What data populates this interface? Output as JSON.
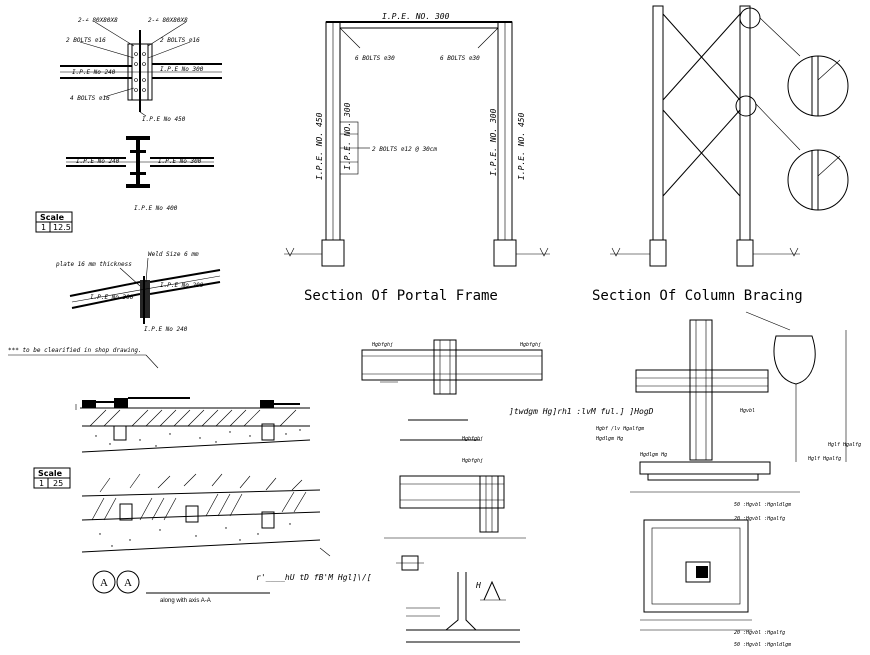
{
  "labels": {
    "angle_left": "2-∠ 80X80X8",
    "angle_right": "2-∠ 80X80X8",
    "bolts_16_left": "2 BOLTS ⌀16",
    "bolts_16_right": "2 BOLTS ⌀16",
    "ipe240_left": "I.P.E No 240",
    "ipe300_right": "I.P.E No 300",
    "bolts4": "4 BOLTS ⌀16",
    "ipe450_a": "I.P.E No 450",
    "ipe240_b": "I.P.E No 240",
    "ipe300_b": "I.P.E No 300",
    "ipe400": "I.P.E No 400",
    "scale_title": "Scale",
    "scale_1": "1",
    "scale_val1": "12.5",
    "weld": "Weld Size 6 mm",
    "plate": "plate 16 mm thickness",
    "ipe300_c": "I.P.E No 300",
    "ipe200_c": "I.P.E No 200",
    "ipe240_c": "I.P.E No 240",
    "shop_note": "*** to be clearified in shop drawing.",
    "scale_title2": "Scale",
    "scale_2": "1",
    "scale_val2": "25",
    "circle_a1": "A",
    "circle_a2": "A",
    "axis_note": "along with axis A-A",
    "mirror_caption": "r'____hU tD fB'M Hgl]\\/[",
    "frame_top": "I.P.E. NO. 300",
    "frame_bolts_l": "6 BOLTS ⌀30",
    "frame_bolts_r": "6 BOLTS ⌀30",
    "frame_col_l": "I.P.E. NO. 450",
    "frame_col_l2": "I.P.E. NO. 300",
    "frame_col_r": "I.P.E. NO. 450",
    "frame_col_r2": "I.P.E. NO. 300",
    "frame_bolts_mid": "2 BOLTS ⌀12 @ 30cm",
    "frame_title": "Section Of Portal Frame",
    "bracing_title": "Section Of Column Bracing",
    "mirror_center": "]twdgm Hg]rh1 :lvM ful.] ]HogD",
    "mirror_small1": "Hgbfghj",
    "mirror_small2": "Hgbf /lv Hgalfgm",
    "mirror_small3": "Hgdlgm Hg",
    "mirror_small4": "Hglf Hgalfg",
    "mirror_small5": "50 :Hgvbl :Hgnldlgm",
    "mirror_small6": "20 :Hgvbl :Hgalfg",
    "mirror_small7": "Hglf Hgalfg",
    "mirror_small8": "Hgvbl",
    "mirror_small9": "Hglf Hgalfg"
  }
}
